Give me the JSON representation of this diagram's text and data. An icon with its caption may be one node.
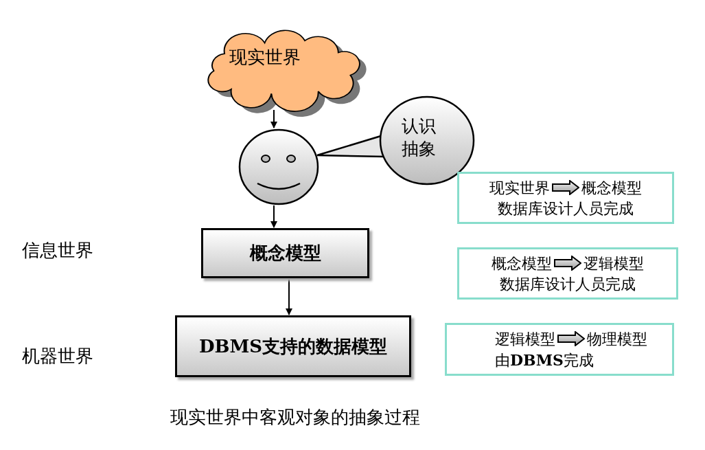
{
  "diagram": {
    "caption": "现实世界中客观对象的抽象过程",
    "nodes": [
      {
        "text": [
          "现实世界"
        ]
      },
      {
        "text": [],
        "shape": "person"
      },
      {
        "text": [
          "认识抽象"
        ]
      },
      {
        "text": [
          "概念模型"
        ]
      },
      {
        "text": [
          "DBMS支持的数据模型"
        ]
      },
      {
        "text": [
          "现实世界",
          "概念模型",
          "数据库设计人员完成"
        ]
      },
      {
        "text": [
          "概念模型",
          "逻辑模型",
          "数据库设计人员完成"
        ]
      },
      {
        "text": [
          "逻辑模型",
          "物理模型",
          "由**DBMS**完成"
        ]
      }
    ],
    "edges": [
      {
        "from": 0,
        "to": 1,
        "arrow": "to"
      },
      {
        "from": 2,
        "to": 1,
        "arrow": "none"
      },
      {
        "from": 1,
        "to": 3,
        "arrow": "to"
      },
      {
        "from": 3,
        "to": 4,
        "arrow": "to"
      }
    ],
    "labels": [
      "信息世界",
      "机器世界"
    ]
  }
}
